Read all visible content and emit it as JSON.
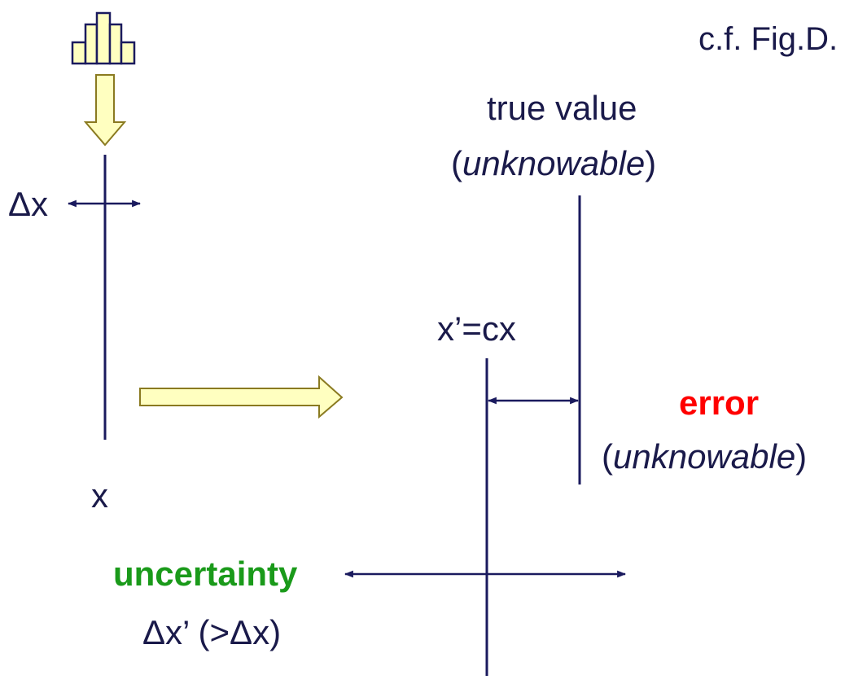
{
  "reference": "c.f. Fig.D.",
  "left": {
    "delta_label": "Δx",
    "x_label": "x"
  },
  "true_value": {
    "line1": "true value",
    "open_paren": "(",
    "qualifier": "unknowable",
    "close_paren": ")"
  },
  "transformed": {
    "label": "x’=cx"
  },
  "error": {
    "word": "error",
    "open_paren": "(",
    "qualifier": "unknowable",
    "close_paren": ")"
  },
  "uncertainty": {
    "word": "uncertainty",
    "expression": "Δx’ (>Δx)"
  },
  "colors": {
    "line": "#1a1a5e",
    "arrow_fill": "#ffffc0",
    "arrow_stroke": "#8a7a20",
    "error": "#ff0000",
    "uncertainty": "#1a9a1a",
    "text": "#1a1a4a"
  },
  "icons": [
    "histogram-icon",
    "down-block-arrow-icon",
    "right-block-arrow-icon"
  ]
}
